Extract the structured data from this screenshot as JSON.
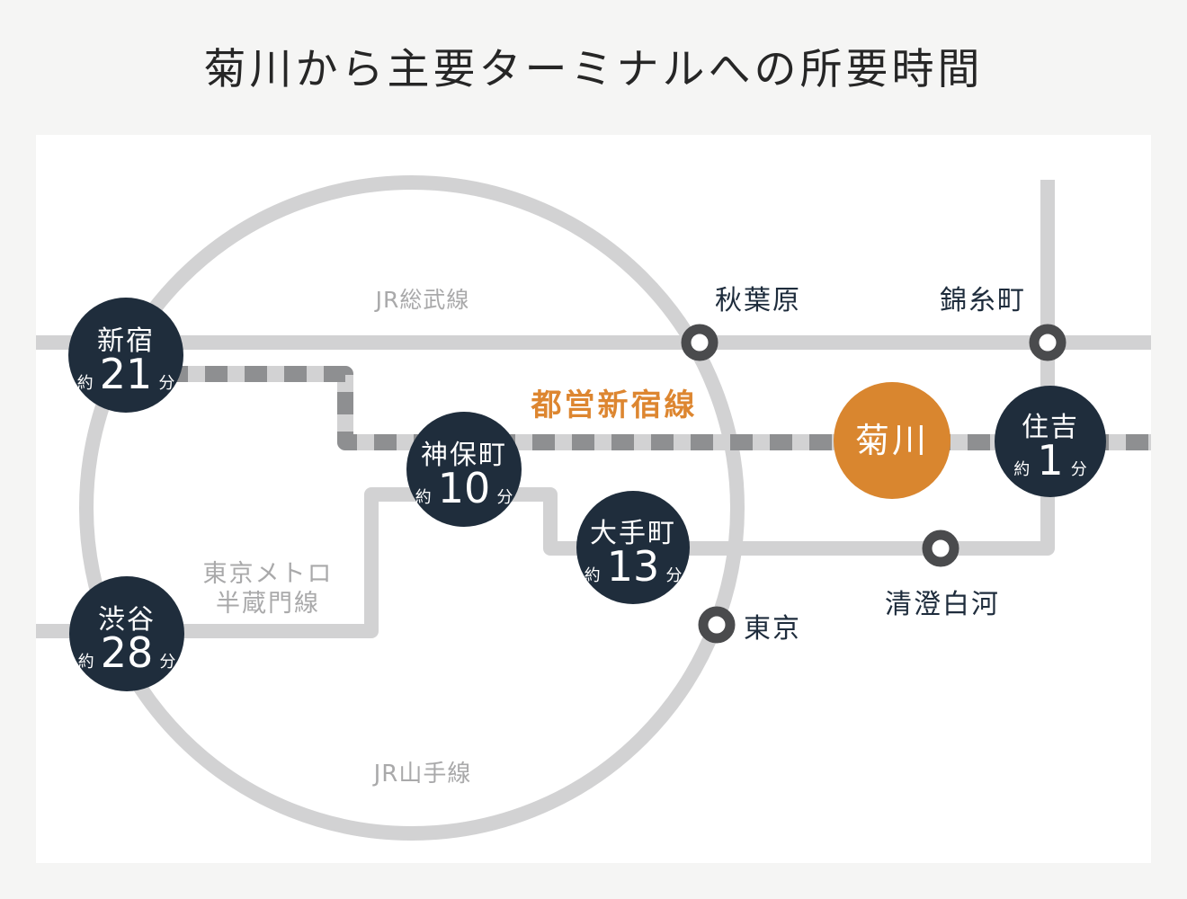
{
  "title": "菊川から主要ターミナルへの所要時間",
  "colors": {
    "page_background": "#f5f5f4",
    "card_background": "#ffffff",
    "line_gray": "#d2d2d3",
    "dash_dark_gray": "#8e8f91",
    "marker_ring": "#4a4b4d",
    "navy_circle": "#1f2d3c",
    "orange_circle": "#d9862f",
    "orange_text": "#dd8630",
    "line_label_gray": "#a9a9aa",
    "station_text_navy": "#1e2c3c",
    "title_text": "#262626"
  },
  "lines": {
    "jr_sobu": {
      "label": "JR総武線"
    },
    "toei_shinjuku": {
      "label": "都営新宿線"
    },
    "tokyo_metro_hanzomon": {
      "label_line1": "東京メトロ",
      "label_line2": "半蔵門線"
    },
    "jr_yamanote": {
      "label": "JR山手線"
    }
  },
  "origin": {
    "name": "菊川"
  },
  "destinations": {
    "shinjuku": {
      "name": "新宿",
      "approx": "約",
      "minutes": "21",
      "unit": "分"
    },
    "shibuya": {
      "name": "渋谷",
      "approx": "約",
      "minutes": "28",
      "unit": "分"
    },
    "jimbocho": {
      "name": "神保町",
      "approx": "約",
      "minutes": "10",
      "unit": "分"
    },
    "otemachi": {
      "name": "大手町",
      "approx": "約",
      "minutes": "13",
      "unit": "分"
    },
    "sumiyoshi": {
      "name": "住吉",
      "approx": "約",
      "minutes": "1",
      "unit": "分"
    }
  },
  "pass_stations": {
    "akihabara": {
      "name": "秋葉原"
    },
    "kinshicho": {
      "name": "錦糸町"
    },
    "tokyo": {
      "name": "東京"
    },
    "kiyosumi_shirakawa": {
      "name": "清澄白河"
    }
  }
}
